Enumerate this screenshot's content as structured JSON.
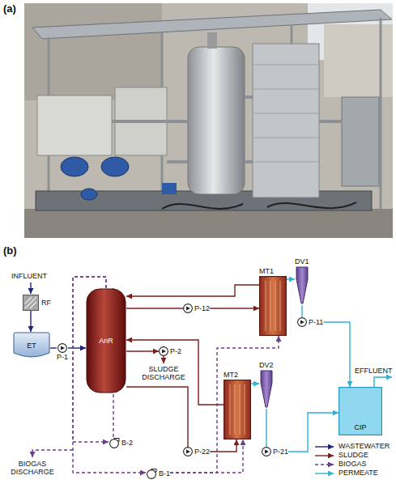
{
  "diagram": {
    "nodes": [
      {
        "text": [
          "RF"
        ]
      },
      {
        "text": [
          "ET"
        ]
      },
      {
        "text": [
          "P-1"
        ]
      },
      {
        "text": [
          "AnR"
        ]
      },
      {
        "text": [
          "P-2"
        ]
      },
      {
        "text": [
          "P-12"
        ]
      },
      {
        "text": [
          "MT1"
        ]
      },
      {
        "text": [
          "DV1"
        ]
      },
      {
        "text": [
          "P-11"
        ]
      },
      {
        "text": [
          "P-22"
        ]
      },
      {
        "text": [
          "MT2"
        ]
      },
      {
        "text": [
          "DV2"
        ]
      },
      {
        "text": [
          "P-21"
        ]
      },
      {
        "text": [
          "CIP"
        ]
      },
      {
        "text": [
          "B-2"
        ]
      },
      {
        "text": [
          "B-1"
        ]
      }
    ],
    "edges": [
      {
        "from": 0,
        "to": 1,
        "arrow": "to"
      },
      {
        "from": 1,
        "to": 2,
        "arrow": "none"
      },
      {
        "from": 2,
        "to": 3,
        "arrow": "to"
      },
      {
        "from": 3,
        "to": 4,
        "arrow": "to"
      },
      {
        "from": 3,
        "to": 5,
        "arrow": "none"
      },
      {
        "from": 5,
        "to": 6,
        "arrow": "to"
      },
      {
        "from": 6,
        "to": 3,
        "arrow": "to"
      },
      {
        "from": 3,
        "to": 9,
        "arrow": "none"
      },
      {
        "from": 9,
        "to": 10,
        "arrow": "to"
      },
      {
        "from": 10,
        "to": 3,
        "arrow": "to"
      },
      {
        "from": 6,
        "to": 7,
        "arrow": "to"
      },
      {
        "from": 7,
        "to": 8,
        "arrow": "none"
      },
      {
        "from": 8,
        "to": 13,
        "arrow": "to"
      },
      {
        "from": 10,
        "to": 11,
        "arrow": "to"
      },
      {
        "from": 11,
        "to": 12,
        "arrow": "none"
      },
      {
        "from": 12,
        "to": 13,
        "arrow": "to"
      },
      {
        "from": 3,
        "to": 14,
        "arrow": "to"
      },
      {
        "from": 14,
        "to": 3,
        "arrow": "to"
      },
      {
        "from": 3,
        "to": 15,
        "arrow": "to"
      },
      {
        "from": 15,
        "to": 6,
        "arrow": "to"
      },
      {
        "from": 15,
        "to": 10,
        "arrow": "to"
      }
    ],
    "labels": [
      "(a)",
      "(b)",
      "INFLUENT",
      "SLUDGE DISCHARGE",
      "BIOGAS DISCHARGE",
      "EFFLUENT"
    ],
    "legend": [
      {
        "text": "WASTEWATER"
      },
      {
        "text": "SLUDGE"
      },
      {
        "text": "BIOGAS"
      },
      {
        "text": "PERMEATE"
      }
    ]
  }
}
